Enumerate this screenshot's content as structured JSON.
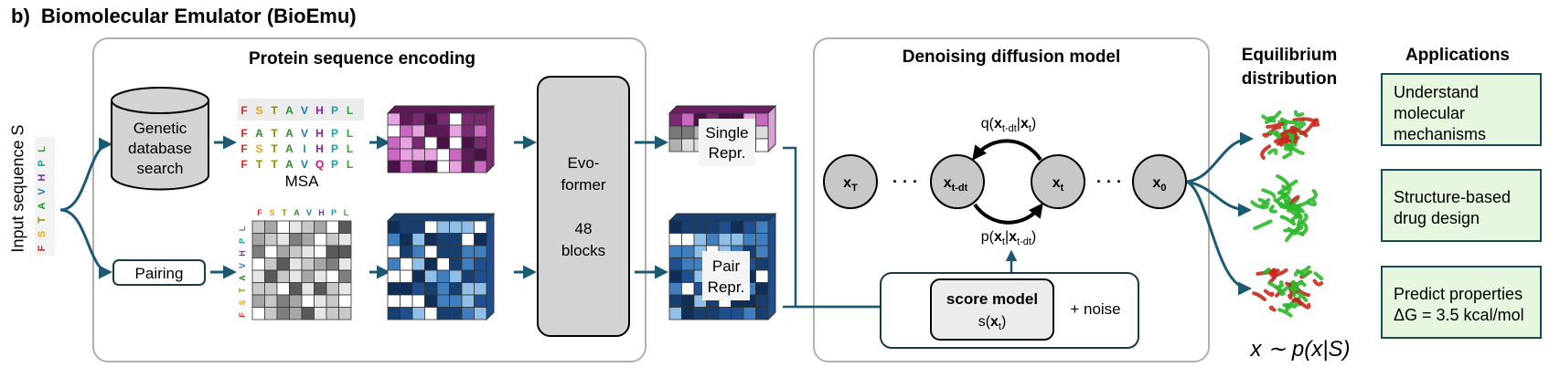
{
  "figure": {
    "panel_label": "b)",
    "title": "Biomolecular Emulator (BioEmu)"
  },
  "input": {
    "label": "Input sequence S",
    "sequence": [
      "F",
      "S",
      "T",
      "A",
      "V",
      "H",
      "P",
      "L"
    ]
  },
  "encoding": {
    "title": "Protein sequence encoding",
    "db_label_lines": [
      "Genetic",
      "database",
      "search"
    ],
    "msa_label": "MSA",
    "msa_header": [
      "F",
      "S",
      "T",
      "A",
      "V",
      "H",
      "P",
      "L"
    ],
    "msa_rows": [
      [
        "F",
        "A",
        "T",
        "A",
        "V",
        "H",
        "P",
        "L"
      ],
      [
        "F",
        "S",
        "T",
        "A",
        "I",
        "H",
        "P",
        "L"
      ],
      [
        "F",
        "T",
        "T",
        "A",
        "V",
        "Q",
        "P",
        "L"
      ]
    ],
    "pairing_label": "Pairing",
    "pair_header": [
      "F",
      "S",
      "T",
      "A",
      "V",
      "H",
      "P",
      "L"
    ],
    "evoformer_lines": [
      "Evo-",
      "former",
      "",
      "48",
      "blocks"
    ],
    "single_repr_lines": [
      "Single",
      "Repr."
    ],
    "pair_repr_lines": [
      "Pair",
      "Repr."
    ]
  },
  "diffusion": {
    "title": "Denoising diffusion model",
    "nodes": [
      {
        "base": "x",
        "sub": "T"
      },
      {
        "base": "x",
        "sub": "t-dt"
      },
      {
        "base": "x",
        "sub": "t"
      },
      {
        "base": "x",
        "sub": "0"
      }
    ],
    "dots": "· · ·",
    "forward_label": "q(xt-dt|xt)",
    "reverse_label": "p(xt|xt-dt)",
    "score_model_title": "score model",
    "score_model_expr": "s(xt)",
    "noise_label": "+ noise"
  },
  "equilibrium": {
    "title_lines": [
      "Equilibrium",
      "distribution"
    ],
    "formula": "x ∼ p(x|S)"
  },
  "applications": {
    "title": "Applications",
    "items": [
      {
        "lines": [
          "Understand",
          "molecular",
          "mechanisms"
        ]
      },
      {
        "lines": [
          "Structure-based",
          "drug design"
        ]
      },
      {
        "lines": [
          "Predict properties",
          "ΔG = 3.5 kcal/mol"
        ]
      }
    ]
  },
  "colors": {
    "arrow": "#1c5a73",
    "panel_border": "#b0b0b0",
    "node_fill": "#c8c8c8",
    "app_fill": "#e6f6df",
    "protein_green": "#2db82d",
    "protein_red": "#c8281e"
  }
}
